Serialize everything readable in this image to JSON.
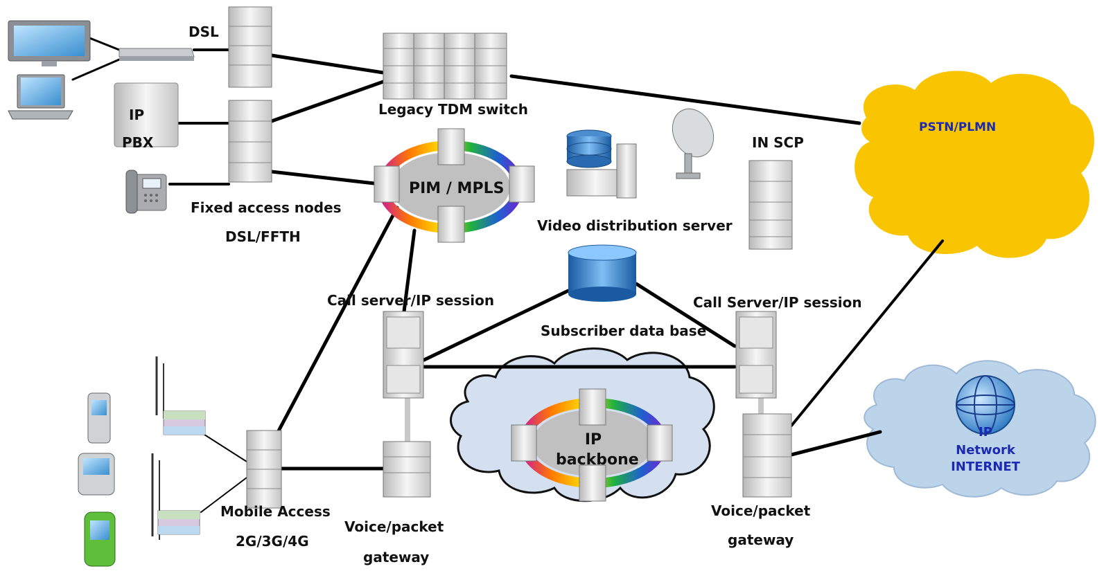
{
  "labels": {
    "dsl": "DSL",
    "ip": "IP",
    "pbx": "PBX",
    "legacy_tdm": "Legacy TDM switch",
    "pim_mpls": "PIM / MPLS",
    "fixed_access_1": "Fixed access nodes",
    "fixed_access_2": "DSL/FFTH",
    "video_server": "Video distribution server",
    "in_scp": "IN SCP",
    "pstn": "PSTN/PLMN",
    "call_server_left": "Call server/IP session",
    "call_server_right": "Call Server/IP session",
    "subscriber_db": "Subscriber data base",
    "ip_backbone_1": "IP",
    "ip_backbone_2": "backbone",
    "ip_net_1": "IP",
    "ip_net_2": "Network",
    "ip_net_3": "INTERNET",
    "mobile_access_1": "Mobile Access",
    "mobile_access_2": "2G/3G/4G",
    "vpg_left_1": "Voice/packet",
    "vpg_left_2": "gateway",
    "vpg_right_1": "Voice/packet",
    "vpg_right_2": "gateway"
  },
  "colors": {
    "pstn_cloud": "#f9c400",
    "internet_cloud": "#bcd4ea",
    "backbone_cloud": "#d4e0ef",
    "label_blue": "#1b2ab0",
    "ring_inner": "#c0c0c0"
  },
  "icons": [
    "monitor-icon",
    "laptop-icon",
    "modem-icon",
    "desk-phone-icon",
    "server-rack-icon",
    "satellite-dish-icon",
    "database-icon",
    "antenna-tower-icon",
    "mobile-phone-icon",
    "globe-icon"
  ]
}
